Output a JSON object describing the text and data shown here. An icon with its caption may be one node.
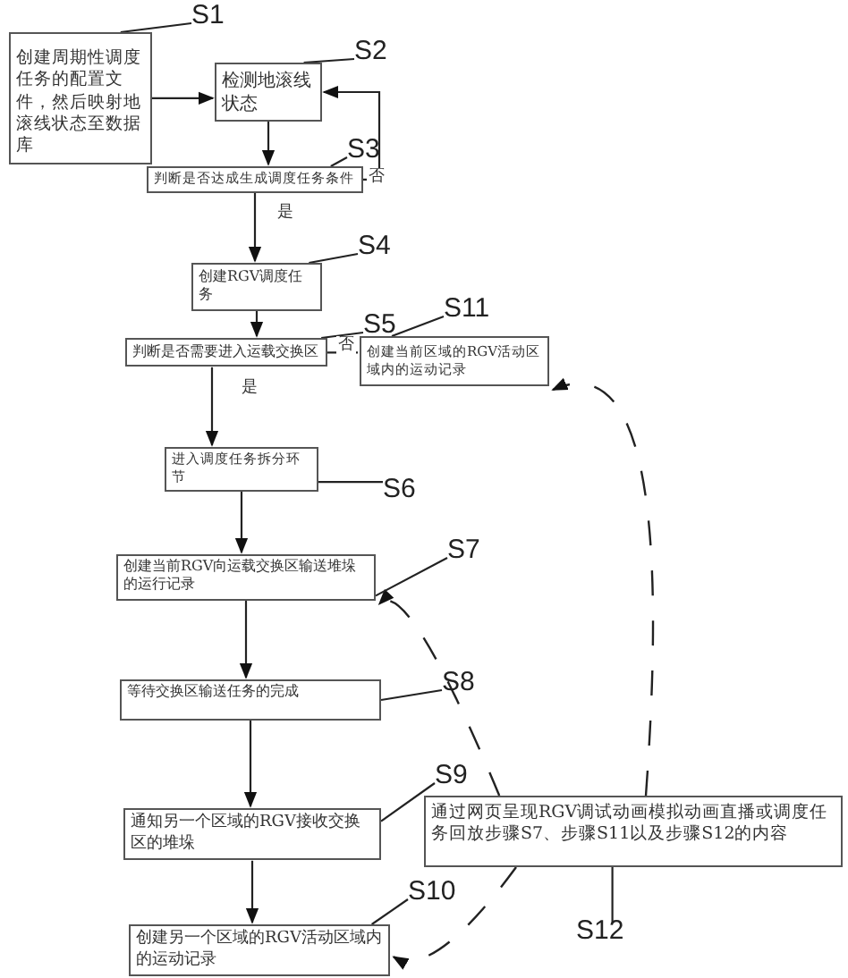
{
  "diagram": {
    "nodes": [
      {
        "text": [
          "创建周期性调度任务的配置文件，然后映射地滚线状态至数据库"
        ]
      },
      {
        "text": [
          "检测地滚线状态"
        ]
      },
      {
        "text": [
          "判断是否达成生成调度任务条件"
        ]
      },
      {
        "text": [
          "创建RGV调度任务"
        ]
      },
      {
        "text": [
          "判断是否需要进入运载交换区"
        ]
      },
      {
        "text": [
          "创建当前区域的RGV活动区域内的运动记录"
        ]
      },
      {
        "text": [
          "进入调度任务拆分环节"
        ]
      },
      {
        "text": [
          "创建当前RGV向运载交换区输送堆垛的运行记录"
        ]
      },
      {
        "text": [
          "等待交换区输送任务的完成"
        ]
      },
      {
        "text": [
          "通知另一个区域的RGV接收交换区的堆垛"
        ]
      },
      {
        "text": [
          "创建另一个区域的RGV活动区域内的运动记录"
        ]
      },
      {
        "text": [
          "通过网页呈现RGV调试动画模拟动画直播或调度任务回放步骤S7、步骤S11以及步骤S12的内容"
        ]
      },
      {
        "text": [
          "S1"
        ]
      },
      {
        "text": [
          "S2"
        ]
      },
      {
        "text": [
          "S3"
        ]
      },
      {
        "text": [
          "S4"
        ]
      },
      {
        "text": [
          "S5"
        ]
      },
      {
        "text": [
          "S11"
        ]
      },
      {
        "text": [
          "S6"
        ]
      },
      {
        "text": [
          "S7"
        ]
      },
      {
        "text": [
          "S8"
        ]
      },
      {
        "text": [
          "S9"
        ]
      },
      {
        "text": [
          "S10"
        ]
      },
      {
        "text": [
          "S12"
        ]
      }
    ],
    "edges": [
      {
        "from": 0,
        "to": 1,
        "arrow": "to"
      },
      {
        "from": 1,
        "to": 2,
        "arrow": "to"
      },
      {
        "from": 2,
        "to": 1,
        "arrow": "to",
        "label": "否"
      },
      {
        "from": 2,
        "to": 3,
        "arrow": "to",
        "label": "是"
      },
      {
        "from": 3,
        "to": 4,
        "arrow": "to"
      },
      {
        "from": 4,
        "to": 5,
        "arrow": "none",
        "label": "否"
      },
      {
        "from": 4,
        "to": 6,
        "arrow": "to",
        "label": "是"
      },
      {
        "from": 6,
        "to": 7,
        "arrow": "to"
      },
      {
        "from": 7,
        "to": 8,
        "arrow": "to"
      },
      {
        "from": 8,
        "to": 9,
        "arrow": "to"
      },
      {
        "from": 9,
        "to": 10,
        "arrow": "to"
      },
      {
        "from": 11,
        "to": 5,
        "arrow": "to",
        "style": "dashed"
      },
      {
        "from": 11,
        "to": 7,
        "arrow": "to",
        "style": "dashed"
      },
      {
        "from": 11,
        "to": 10,
        "arrow": "to",
        "style": "dashed"
      },
      {
        "from": 12,
        "to": 0,
        "arrow": "none"
      },
      {
        "from": 13,
        "to": 1,
        "arrow": "none"
      },
      {
        "from": 14,
        "to": 2,
        "arrow": "none"
      },
      {
        "from": 15,
        "to": 3,
        "arrow": "none"
      },
      {
        "from": 16,
        "to": 4,
        "arrow": "none"
      },
      {
        "from": 17,
        "to": 5,
        "arrow": "none"
      },
      {
        "from": 18,
        "to": 6,
        "arrow": "none"
      },
      {
        "from": 19,
        "to": 7,
        "arrow": "none"
      },
      {
        "from": 20,
        "to": 8,
        "arrow": "none"
      },
      {
        "from": 21,
        "to": 9,
        "arrow": "none"
      },
      {
        "from": 22,
        "to": 10,
        "arrow": "none"
      },
      {
        "from": 23,
        "to": 11,
        "arrow": "none"
      }
    ]
  }
}
